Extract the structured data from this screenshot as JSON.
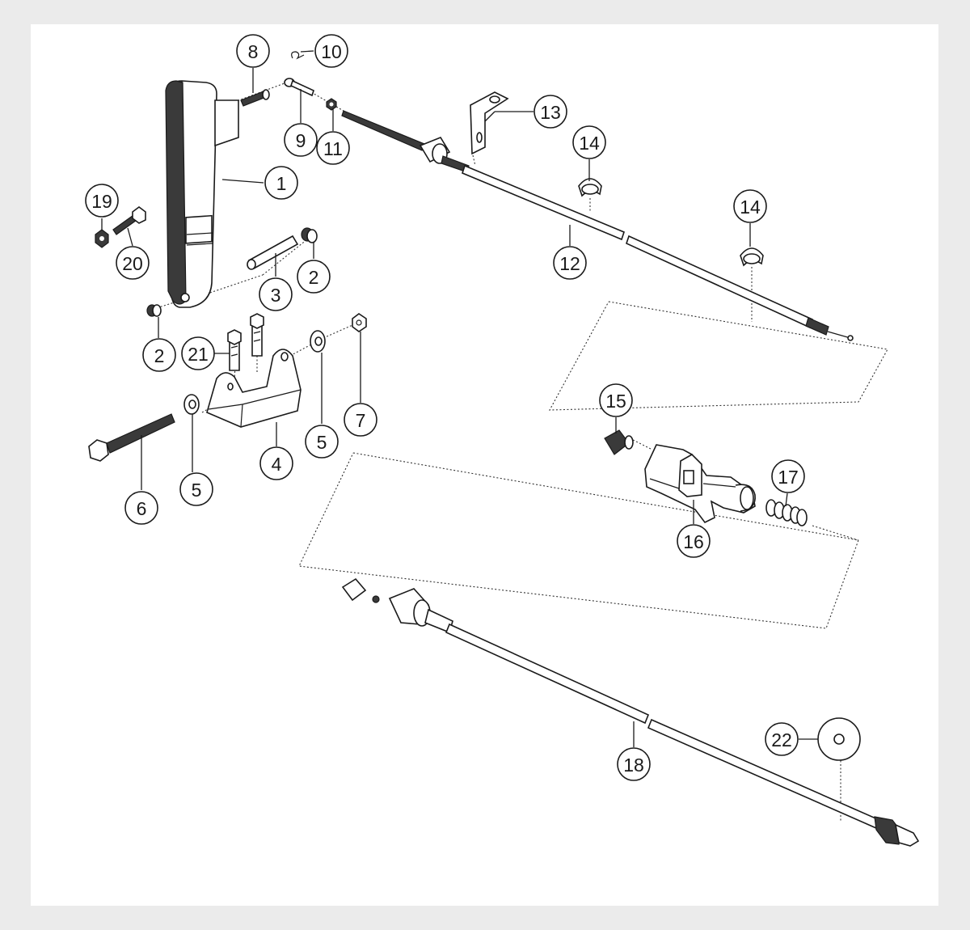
{
  "callouts": {
    "c1": "1",
    "c2a": "2",
    "c2b": "2",
    "c3": "3",
    "c4": "4",
    "c5a": "5",
    "c5b": "5",
    "c6": "6",
    "c7": "7",
    "c8": "8",
    "c9": "9",
    "c10": "10",
    "c11": "11",
    "c12": "12",
    "c13": "13",
    "c14a": "14",
    "c14b": "14",
    "c15": "15",
    "c16": "16",
    "c17": "17",
    "c18": "18",
    "c19": "19",
    "c20": "20",
    "c21": "21",
    "c22": "22"
  }
}
